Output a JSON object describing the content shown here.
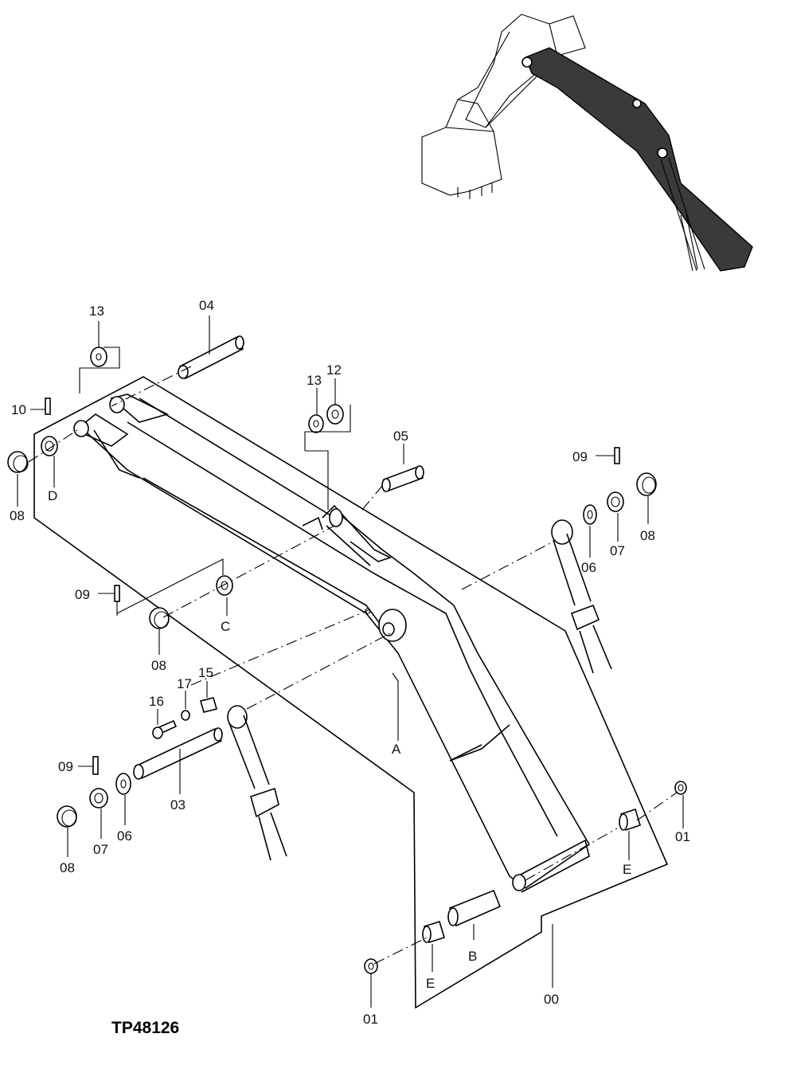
{
  "diagram": {
    "drawing_code": "TP48126",
    "callouts": {
      "c00": "00",
      "c01a": "01",
      "c01b": "01",
      "c03": "03",
      "c04": "04",
      "c05": "05",
      "c06a": "06",
      "c06b": "06",
      "c07a": "07",
      "c07b": "07",
      "c08a": "08",
      "c08b": "08",
      "c08c": "08",
      "c08d": "08",
      "c09a": "09",
      "c09b": "09",
      "c09c": "09",
      "c10": "10",
      "c12": "12",
      "c13a": "13",
      "c13b": "13",
      "c15": "15",
      "c16": "16",
      "c17": "17"
    },
    "letters": {
      "A": "A",
      "B": "B",
      "C": "C",
      "D": "D",
      "E1": "E",
      "E2": "E"
    },
    "colors": {
      "line": "#000000",
      "background": "#ffffff",
      "shade": "#3a3a3a"
    }
  }
}
